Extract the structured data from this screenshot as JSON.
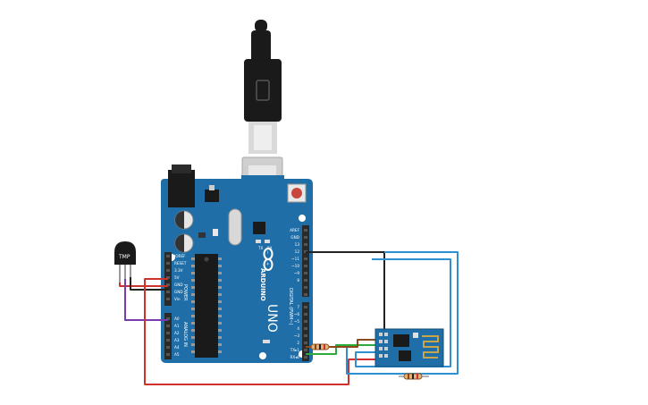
{
  "board": {
    "brand": "ARDUINO",
    "model": "UNO",
    "logo": "arduino-infinity-logo",
    "tx_label": "TX",
    "rx_label": "RX",
    "digital_title": "DIGITAL (PWM~)",
    "power_title": "POWER",
    "analog_title": "ANALOG IN",
    "power_pins": [
      "IOREF",
      "RESET",
      "3.3V",
      "5V",
      "GND",
      "GND",
      "Vin"
    ],
    "analog_pins": [
      "A0",
      "A1",
      "A2",
      "A3",
      "A4",
      "A5"
    ],
    "digital_pins_top": [
      "AREF",
      "GND",
      "13",
      "12",
      "~11",
      "~10",
      "~9",
      "8"
    ],
    "digital_pins_bottom": [
      "7",
      "~6",
      "~5",
      "4",
      "~3",
      "2",
      "TX▸1",
      "RX◂0"
    ],
    "colors": {
      "board": "#1f6ea8",
      "header": "#2a2a2a",
      "silk": "#ffffff"
    }
  },
  "sensor": {
    "label": "TMP"
  },
  "wifi_module": {
    "type": "ESP8266 ESP-01"
  },
  "wires": {
    "red": "#d0312d",
    "black": "#222222",
    "purple": "#7a3bb0",
    "green": "#2eaa3a",
    "blue": "#2f8fd0",
    "brown": "#8a4a1e"
  },
  "icons": [
    "usb-plug-icon",
    "reset-button-icon"
  ]
}
